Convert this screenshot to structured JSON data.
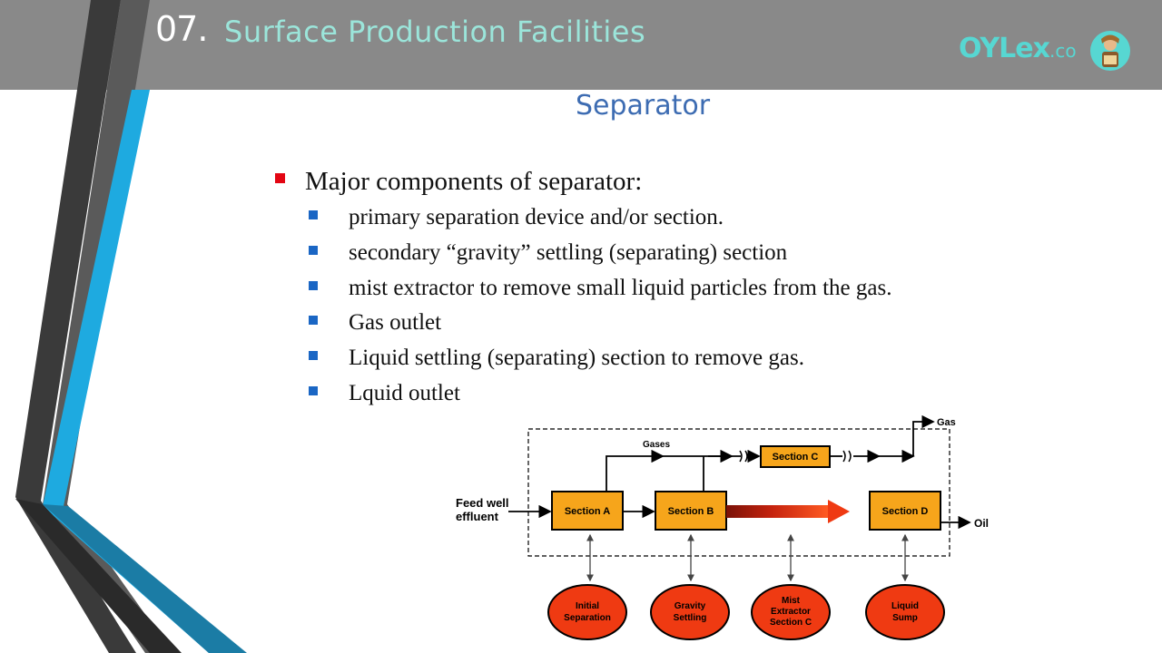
{
  "header": {
    "slide_number": "07.",
    "title": "Surface Production Facilities",
    "logo_text": "OYLex",
    "logo_suffix": ".co"
  },
  "heading": "Separator",
  "bullets": {
    "main": "Major components of separator:",
    "items": [
      "primary separation device and/or section.",
      "secondary “gravity” settling (separating) section",
      "mist extractor to remove small liquid particles from the gas.",
      "Gas outlet",
      "Liquid settling (separating) section to remove gas.",
      "Lquid outlet"
    ]
  },
  "diagram": {
    "input_line1": "Feed well",
    "input_line2": "effluent",
    "gases_label": "Gases",
    "gas_out": "Gas",
    "oil_out": "Oil",
    "section_a": "Section A",
    "section_b": "Section B",
    "section_c": "Section C",
    "section_d": "Section D",
    "ellipses": [
      {
        "line1": "Initial",
        "line2": "Separation"
      },
      {
        "line1": "Gravity",
        "line2": "Settling"
      },
      {
        "line1": "Mist",
        "line2": "Extractor",
        "line3": "Section C"
      },
      {
        "line1": "Liquid",
        "line2": "Sump"
      }
    ],
    "colors": {
      "box_fill": "#f6a51b",
      "ellipse_fill": "#ef3a12",
      "arrow_fill": "#ef3a12"
    }
  }
}
